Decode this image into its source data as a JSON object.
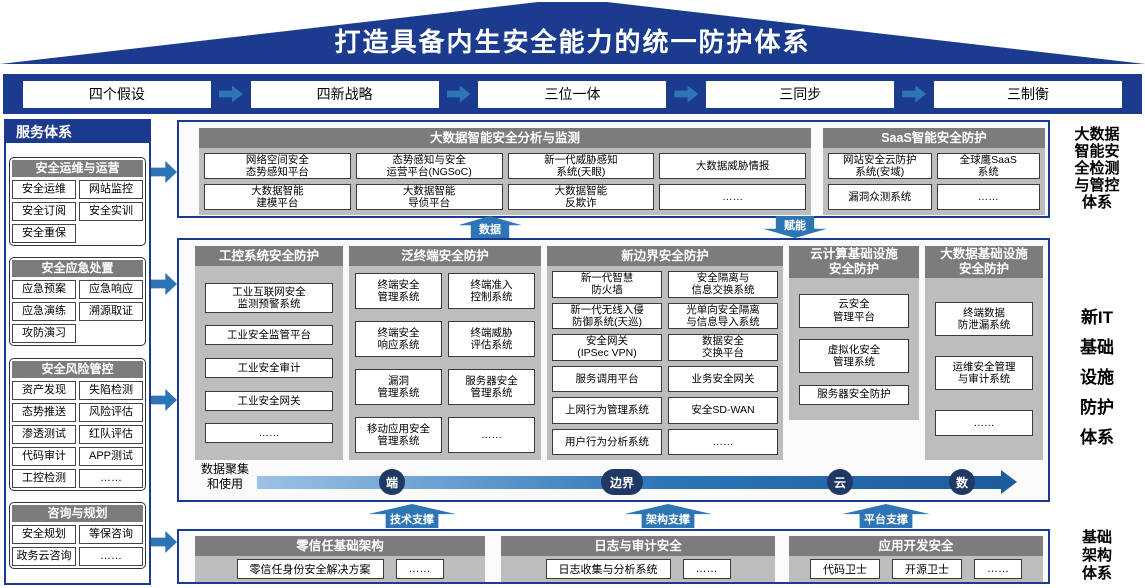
{
  "colors": {
    "navy": "#1B3B8F",
    "arrow_blue": "#2E75B6",
    "header_gray": "#7C7C7C",
    "panel_gray": "#BDBDBD",
    "node_navy": "#1F3864"
  },
  "roof": {
    "title": "打造具备内生安全能力的统一防护体系"
  },
  "strategy": {
    "items": [
      "四个假设",
      "四新战略",
      "三位一体",
      "三同步",
      "三制衡"
    ]
  },
  "sidebar": {
    "title": "服务体系",
    "sections": [
      {
        "header": "安全运维与运营",
        "items": [
          "安全运维",
          "网站监控",
          "安全订阅",
          "安全实训",
          "安全重保"
        ]
      },
      {
        "header": "安全应急处置",
        "items": [
          "应急预案",
          "应急响应",
          "应急演练",
          "溯源取证",
          "攻防演习"
        ]
      },
      {
        "header": "安全风险管控",
        "items": [
          "资产发现",
          "失陷检测",
          "态势推送",
          "风险评估",
          "渗透测试",
          "红队评估",
          "代码审计",
          "APP测试",
          "工控检测",
          "……"
        ]
      },
      {
        "header": "咨询与规划",
        "items": [
          "安全规划",
          "等保咨询",
          "政务云咨询",
          "……"
        ]
      }
    ]
  },
  "top_band": {
    "analysis": {
      "title": "大数据智能安全分析与监测",
      "row1": [
        "网络空间安全\n态势感知平台",
        "态势感知与安全\n运营平台(NGSoC)",
        "新一代威胁感知\n系统(天眼)",
        "大数据威胁情报"
      ],
      "row2": [
        "大数据智能\n建模平台",
        "大数据智能\n导侦平台",
        "大数据智能\n反欺诈",
        "……"
      ]
    },
    "saas": {
      "title": "SaaS智能安全防护",
      "row1": [
        "网站安全云防护\n系统(安域)",
        "全球鹰SaaS\n系统"
      ],
      "row2": [
        "漏洞众测系统",
        "……"
      ]
    },
    "side_label": "大数据\n智能安\n全检测\n与管控\n体系"
  },
  "connectors": {
    "up": "数据",
    "down": "赋能"
  },
  "middle_band": {
    "panels": [
      {
        "title": "工控系统安全防护",
        "items": [
          "工业互联网安全\n监测预警系统",
          "工业安全监管平台",
          "工业安全审计",
          "工业安全网关",
          "……"
        ]
      },
      {
        "title": "泛终端安全防护",
        "items": [
          "终端安全\n管理系统",
          "终端准入\n控制系统",
          "终端安全\n响应系统",
          "终端威胁\n评估系统",
          "漏洞\n管理系统",
          "服务器安全\n管理系统",
          "移动应用安全\n管理系统",
          "……"
        ]
      },
      {
        "title": "新边界安全防护",
        "items": [
          "新一代智慧\n防火墙",
          "安全隔离与\n信息交换系统",
          "新一代无线入侵\n防御系统(天巡)",
          "光单向安全隔离\n与信息导入系统",
          "安全网关\n(IPSec VPN)",
          "数据安全\n交换平台",
          "服务调用平台",
          "业务安全网关",
          "上网行为管理系统",
          "安全SD-WAN",
          "用户行为分析系统",
          "……"
        ]
      },
      {
        "title": "云计算基础设施\n安全防护",
        "items": [
          "云安全\n管理平台",
          "虚拟化安全\n管理系统",
          "服务器安全防护"
        ]
      },
      {
        "title": "大数据基础设施\n安全防护",
        "items": [
          "终端数据\n防泄漏系统",
          "运维安全管理\n与审计系统",
          "……"
        ]
      }
    ],
    "flow_label": "数据聚集\n和使用",
    "flow_nodes": [
      "端",
      "边界",
      "云",
      "数"
    ],
    "side_label": "新IT\n基础\n设施\n防护\n体系"
  },
  "supports": [
    "技术支撑",
    "架构支撑",
    "平台支撑"
  ],
  "bottom_band": {
    "panels": [
      {
        "title": "零信任基础架构",
        "items": [
          "零信任身份安全解决方案",
          "……"
        ]
      },
      {
        "title": "日志与审计安全",
        "items": [
          "日志收集与分析系统",
          "……"
        ]
      },
      {
        "title": "应用开发安全",
        "items": [
          "代码卫士",
          "开源卫士",
          "……"
        ]
      }
    ],
    "side_label": "基础\n架构\n体系"
  }
}
